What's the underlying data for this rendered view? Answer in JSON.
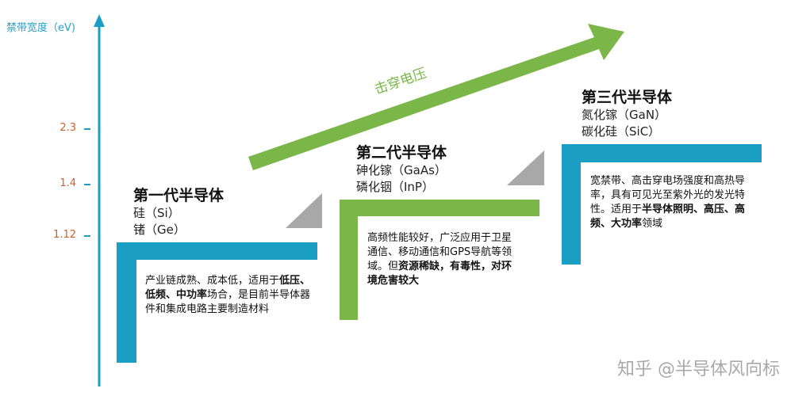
{
  "axis": {
    "title": "禁带宽度（eV)",
    "ticks": [
      "2.3",
      "1.4",
      "1.12"
    ]
  },
  "arrow_label": "击穿电压",
  "generations": [
    {
      "title": "第一代半导体",
      "materials": [
        "硅（Si）",
        "锗（Ge）"
      ],
      "desc": [
        {
          "t": "产业链成熟、成本低，适用于",
          "b": false
        },
        {
          "t": "低压、低频、中功率",
          "b": true
        },
        {
          "t": "场合，是目前半导体器件和集成电路主要制造材料",
          "b": false
        }
      ]
    },
    {
      "title": "第二代半导体",
      "materials": [
        "砷化镓（GaAs）",
        "磷化铟（InP）"
      ],
      "desc": [
        {
          "t": "高频性能较好，广泛应用于卫星通信、移动通信和GPS导航等领域。但",
          "b": false
        },
        {
          "t": "资源稀缺，有毒性，对环境危害较大",
          "b": true
        }
      ]
    },
    {
      "title": "第三代半导体",
      "materials": [
        "氮化镓（GaN）",
        "碳化硅（SiC）"
      ],
      "desc": [
        {
          "t": "宽禁带、高击穿电场强度和高热导率，具有可见光至紫外光的发光特性。适用于",
          "b": false
        },
        {
          "t": "半导体照明、高压、高频、大功率",
          "b": true
        },
        {
          "t": "领域",
          "b": false
        }
      ]
    }
  ],
  "watermark": "知乎 @半导体风向标",
  "colors": {
    "blue": "#1a9ec4",
    "green": "#7ab648",
    "tick": "#d0602a",
    "gray": "#a8a8a8"
  }
}
